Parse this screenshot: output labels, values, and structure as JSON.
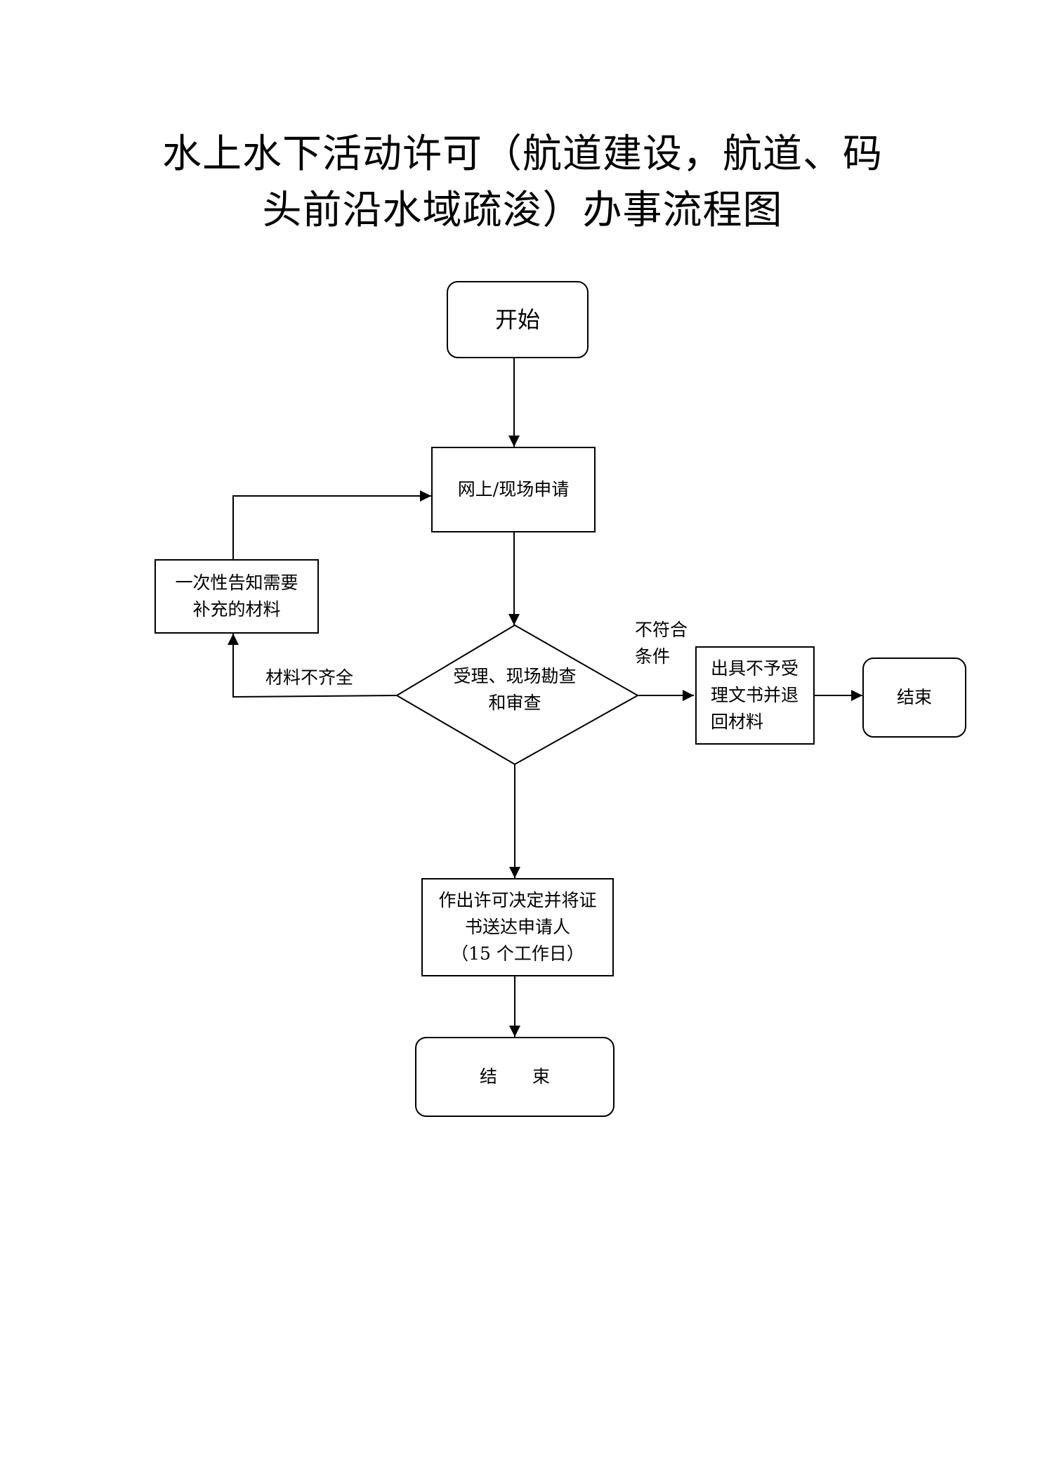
{
  "title": {
    "line1": "水上水下活动许可（航道建设，航道、码",
    "line2": "头前沿水域疏浚）办事流程图"
  },
  "nodes": {
    "start": "开始",
    "apply": "网上/现场申请",
    "notify": "一次性告知需要\n补充的材料",
    "review": "受理、现场勘查\n和审查",
    "reject": "出具不予受\n理文书并退\n回材料",
    "end_right": "结束",
    "approve": "作出许可决定并将证\n书送达申请人\n（15 个工作日）",
    "end_bottom": "结　　束"
  },
  "edge_labels": {
    "incomplete": "材料不齐全",
    "not_qualified": "不符合\n条件"
  }
}
